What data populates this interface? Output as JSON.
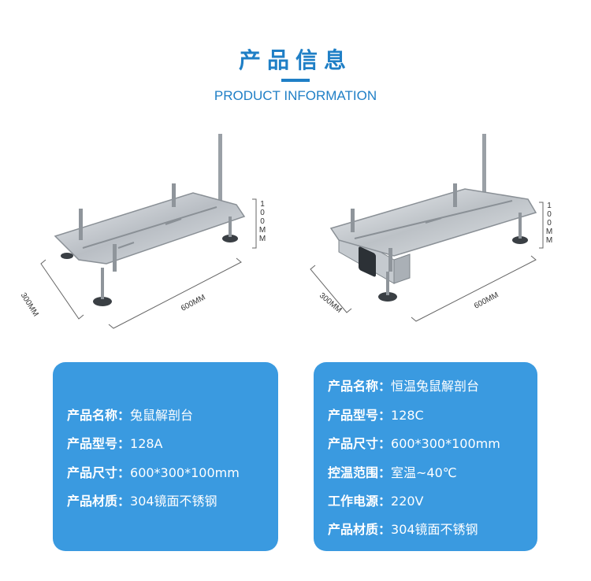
{
  "header": {
    "title_cn": "产品信息",
    "title_en": "PRODUCT INFORMATION"
  },
  "products": [
    {
      "dims": {
        "width": "300MM",
        "length": "600MM",
        "height_chars": [
          "1",
          "0",
          "0",
          "M",
          "M"
        ]
      },
      "specs": [
        {
          "label": "产品名称：",
          "value": "兔鼠解剖台"
        },
        {
          "label": "产品型号：",
          "value": "128A"
        },
        {
          "label": "产品尺寸：",
          "value": "600*300*100mm"
        },
        {
          "label": "产品材质：",
          "value": "304镜面不锈钢"
        }
      ]
    },
    {
      "dims": {
        "width": "300MM",
        "length": "600MM",
        "height_chars": [
          "1",
          "0",
          "0",
          "M",
          "M"
        ]
      },
      "specs": [
        {
          "label": "产品名称：",
          "value": "恒温兔鼠解剖台"
        },
        {
          "label": "产品型号：",
          "value": "128C"
        },
        {
          "label": "产品尺寸：",
          "value": "600*300*100mm"
        },
        {
          "label": "控温范围：",
          "value": "室温~40℃"
        },
        {
          "label": "工作电源：",
          "value": "220V"
        },
        {
          "label": "产品材质：",
          "value": "304镜面不锈钢"
        }
      ]
    }
  ],
  "colors": {
    "accent": "#1f7fc6",
    "card": "#3a9ae0",
    "steel": "#c9ced3"
  }
}
